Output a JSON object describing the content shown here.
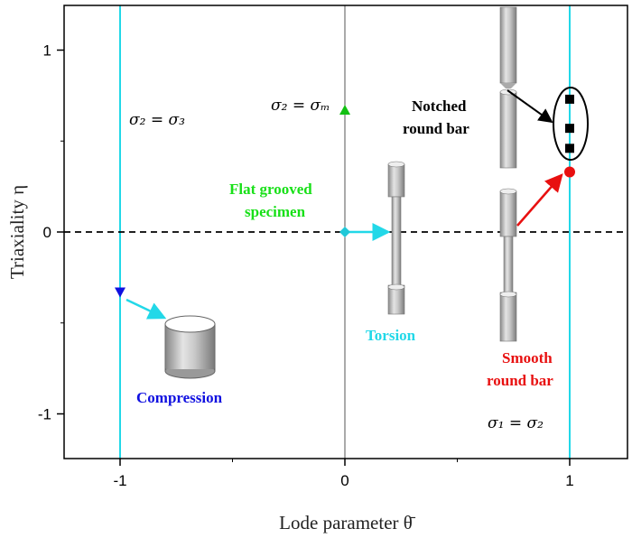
{
  "chart_data": {
    "type": "scatter",
    "xlabel": "Lode parameter θ̄",
    "ylabel": "Triaxiality η",
    "xlim": [
      -1.25,
      1.25
    ],
    "ylim": [
      -1.25,
      1.25
    ],
    "xticks": [
      "-1",
      "0",
      "1"
    ],
    "yticks": [
      "1",
      "0",
      "-1"
    ],
    "xtick_values": [
      -1,
      0,
      1
    ],
    "ytick_values": [
      1,
      0,
      -1
    ],
    "grid": false,
    "reference_lines": {
      "vertical_cyan": [
        -1,
        1
      ],
      "vertical_gray": [
        0
      ],
      "horizontal_dashed": [
        0
      ],
      "color_cyan": "#22d8e8"
    },
    "series": [
      {
        "name": "Compression",
        "marker": "triangle-down",
        "color": "#1010e0",
        "points": [
          [
            -1,
            -0.33
          ]
        ]
      },
      {
        "name": "Torsion",
        "marker": "diamond",
        "color": "#20c8d8",
        "points": [
          [
            0,
            0
          ]
        ]
      },
      {
        "name": "Flat grooved specimen",
        "marker": "triangle-up",
        "color": "#12c012",
        "points": [
          [
            0,
            0.67
          ]
        ]
      },
      {
        "name": "Smooth round bar",
        "marker": "circle",
        "color": "#e81010",
        "points": [
          [
            1,
            0.33
          ]
        ]
      },
      {
        "name": "Notched round bar",
        "marker": "square",
        "color": "#000000",
        "points": [
          [
            1,
            0.46
          ],
          [
            1,
            0.57
          ],
          [
            1,
            0.73
          ]
        ]
      }
    ],
    "annotations": {
      "sigma_2_3": "σ₂ = σ₃",
      "sigma_2_m": "σ₂ = σₘ",
      "sigma_1_2": "σ₁ = σ₂",
      "notched": [
        "Notched",
        "round bar"
      ],
      "flat": [
        "Flat grooved",
        "specimen"
      ],
      "torsion": "Torsion",
      "smooth": [
        "Smooth",
        "round bar"
      ],
      "compression": "Compression"
    }
  }
}
